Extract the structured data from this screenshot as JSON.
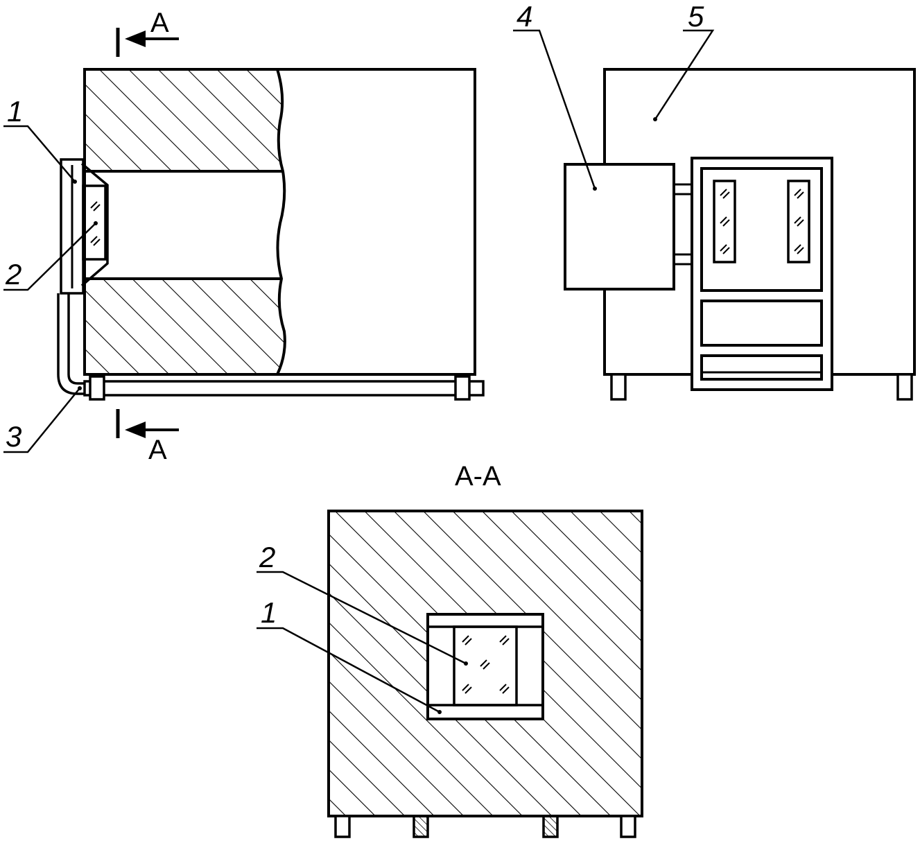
{
  "labels": {
    "l1": "1",
    "l2": "2",
    "l3": "3",
    "l4": "4",
    "l5": "5",
    "aa_l2": "2",
    "aa_l1": "1"
  },
  "section": {
    "top_mark": "A",
    "bottom_mark": "A",
    "title": "A-A"
  },
  "colors": {
    "stroke": "#000000",
    "background": "#ffffff"
  }
}
